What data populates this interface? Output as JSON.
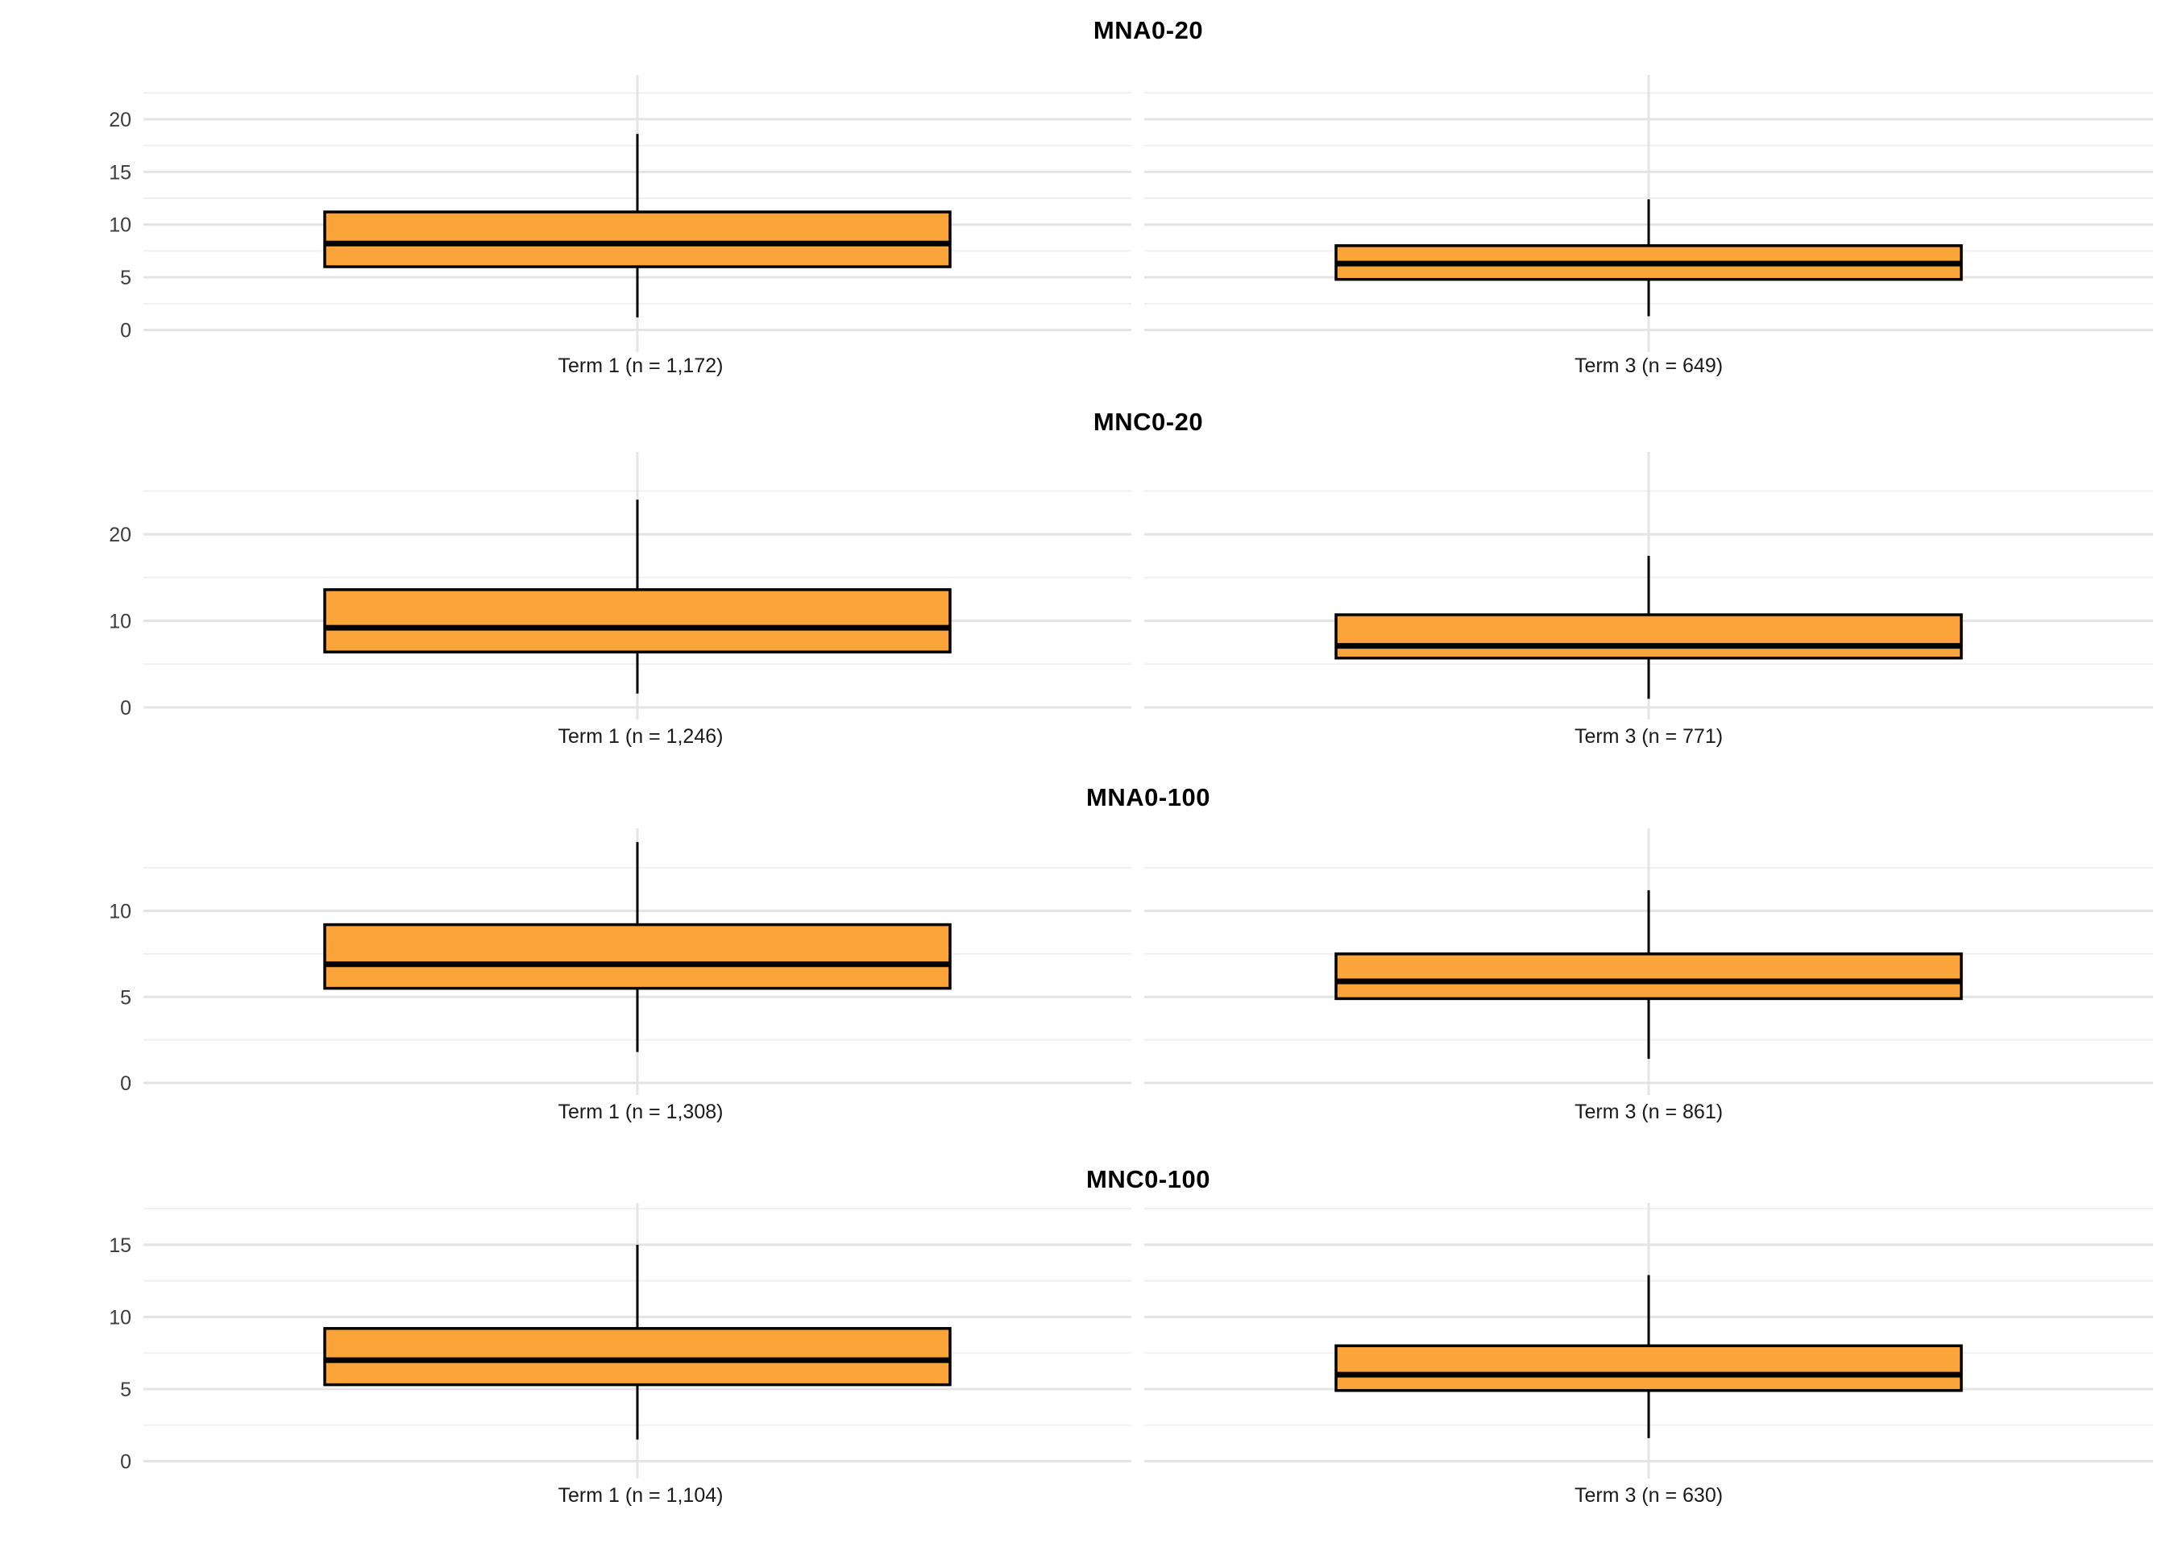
{
  "figure": {
    "background": "#FFFFFF",
    "box_fill": "#FAA43A",
    "box_border": "#000000",
    "median_color": "#000000",
    "whisker_color": "#000000",
    "gridline_major_color": "#E4E4E4",
    "gridline_minor_color": "#F0F0F0",
    "x_gridline_color": "#E4E4E4",
    "tick_label_color": "#3D3D3D",
    "xlabel_color": "#1A1A1A",
    "title_color": "#000000"
  },
  "chart_data": {
    "type": "boxplot",
    "layout": "4 stacked panels; each panel has 2 facets (Term 1, Term 3) sharing one y axis; horizontal major and minor gridlines; no outlier points shown",
    "panels": [
      {
        "title": "MNA0-20",
        "ylim": [
          -2.1,
          24.2
        ],
        "yticks": [
          0,
          5,
          10,
          15,
          20
        ],
        "yminor": [
          2.5,
          7.5,
          12.5,
          17.5,
          22.5
        ],
        "boxes": [
          {
            "label": "Term 1 (n = 1,172)",
            "whisker_low": 1.2,
            "q1": 6.0,
            "median": 8.2,
            "q3": 11.2,
            "whisker_high": 18.6
          },
          {
            "label": "Term 3 (n = 649)",
            "whisker_low": 1.3,
            "q1": 4.8,
            "median": 6.3,
            "q3": 8.0,
            "whisker_high": 12.4
          }
        ]
      },
      {
        "title": "MNC0-20",
        "ylim": [
          -1.4,
          29.5
        ],
        "yticks": [
          0,
          10,
          20
        ],
        "yminor": [
          5,
          15,
          25
        ],
        "boxes": [
          {
            "label": "Term 1 (n = 1,246)",
            "whisker_low": 1.6,
            "q1": 6.4,
            "median": 9.2,
            "q3": 13.6,
            "whisker_high": 24.0
          },
          {
            "label": "Term 3 (n = 771)",
            "whisker_low": 1.0,
            "q1": 5.7,
            "median": 7.1,
            "q3": 10.7,
            "whisker_high": 17.5
          }
        ]
      },
      {
        "title": "MNA0-100",
        "ylim": [
          -0.7,
          14.8
        ],
        "yticks": [
          0,
          5,
          10
        ],
        "yminor": [
          2.5,
          7.5,
          12.5
        ],
        "boxes": [
          {
            "label": "Term 1 (n = 1,308)",
            "whisker_low": 1.8,
            "q1": 5.5,
            "median": 6.9,
            "q3": 9.2,
            "whisker_high": 14.0
          },
          {
            "label": "Term 3 (n = 861)",
            "whisker_low": 1.4,
            "q1": 4.9,
            "median": 5.9,
            "q3": 7.5,
            "whisker_high": 11.2
          }
        ]
      },
      {
        "title": "MNC0-100",
        "ylim": [
          -1.2,
          17.9
        ],
        "yticks": [
          0,
          5,
          10,
          15
        ],
        "yminor": [
          2.5,
          7.5,
          12.5,
          17.5
        ],
        "boxes": [
          {
            "label": "Term 1 (n = 1,104)",
            "whisker_low": 1.5,
            "q1": 5.3,
            "median": 7.0,
            "q3": 9.2,
            "whisker_high": 15.0
          },
          {
            "label": "Term 3 (n = 630)",
            "whisker_low": 1.6,
            "q1": 4.9,
            "median": 6.0,
            "q3": 8.0,
            "whisker_high": 12.9
          }
        ]
      }
    ]
  }
}
